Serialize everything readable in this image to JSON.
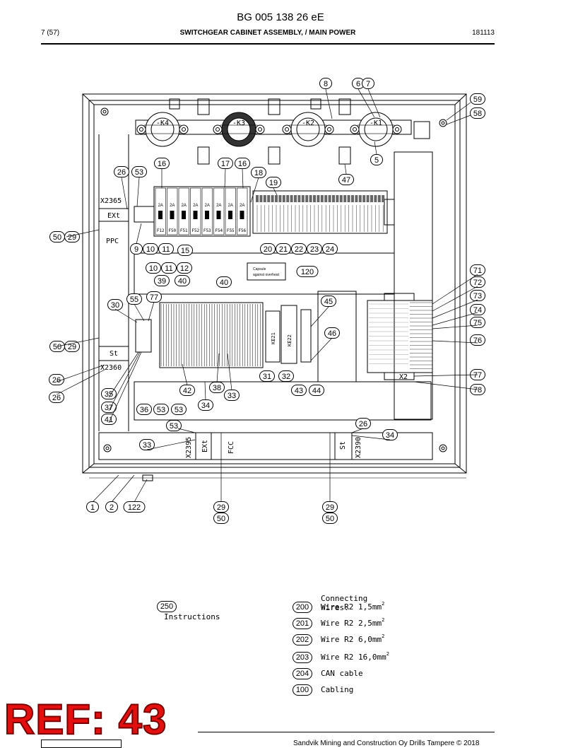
{
  "header": {
    "doc_number": "BG 005 138 26 eE",
    "page": "7 (57)",
    "title": "SWITCHGEAR CABINET ASSEMBLY, / MAIN POWER",
    "date": "181113"
  },
  "diagram": {
    "contactors": [
      "-K4",
      "-K3",
      "-K2",
      "-K1"
    ],
    "breaker_ratings": [
      "2A",
      "2A",
      "2A",
      "2A",
      "2A",
      "2A",
      "2A",
      "2A"
    ],
    "fuse_labels": [
      "F12",
      "F50",
      "F51",
      "F52",
      "F53",
      "F54",
      "F55",
      "F56"
    ],
    "terminal_labels": {
      "x2365": "X2365",
      "ext_left": "EXt",
      "ppc": "PPC",
      "st_left": "St",
      "x2360": "X2360",
      "x2395": "X2395",
      "ext_bottom": "EXt",
      "fcc": "FCC",
      "st_bottom": "St",
      "x2390": "X2390",
      "x2": "X2",
      "ke21": "KE21",
      "ke22": "KE22",
      "capsule_line1": "Capsule",
      "capsule_line2": "against overheat"
    },
    "callouts": [
      "8",
      "6",
      "7",
      "59",
      "58",
      "5",
      "47",
      "16",
      "17",
      "16",
      "18",
      "19",
      "26",
      "53",
      "50",
      "29",
      "9",
      "10",
      "11",
      "15",
      "20",
      "21",
      "22",
      "23",
      "24",
      "10",
      "11",
      "12",
      "120",
      "39",
      "40",
      "40",
      "71",
      "72",
      "73",
      "74",
      "75",
      "76",
      "77",
      "78",
      "55",
      "77",
      "30",
      "45",
      "46",
      "50",
      "29",
      "31",
      "32",
      "43",
      "44",
      "53",
      "26",
      "33",
      "34",
      "35",
      "37",
      "41",
      "42",
      "38",
      "33",
      "34",
      "36",
      "53",
      "53",
      "26",
      "26",
      "1",
      "2",
      "122",
      "29",
      "50",
      "29",
      "50"
    ]
  },
  "legend": {
    "instructions": {
      "num": "250",
      "label": "Instructions"
    },
    "connecting_title": "Connecting Wires:",
    "items": [
      {
        "num": "200",
        "label": "Wire R2 1,5mm",
        "sup": "2"
      },
      {
        "num": "201",
        "label": "Wire R2 2,5mm",
        "sup": "2"
      },
      {
        "num": "202",
        "label": "Wire R2 6,0mm",
        "sup": "2"
      },
      {
        "num": "203",
        "label": "Wire R2 16,0mm",
        "sup": "2"
      },
      {
        "num": "204",
        "label": "CAN cable",
        "sup": ""
      },
      {
        "num": "100",
        "label": "Cabling",
        "sup": ""
      }
    ]
  },
  "footer": {
    "copyright": "Sandvik Mining and Construction Oy Drills Tampere © 2018",
    "stamp": "REF: 43"
  }
}
